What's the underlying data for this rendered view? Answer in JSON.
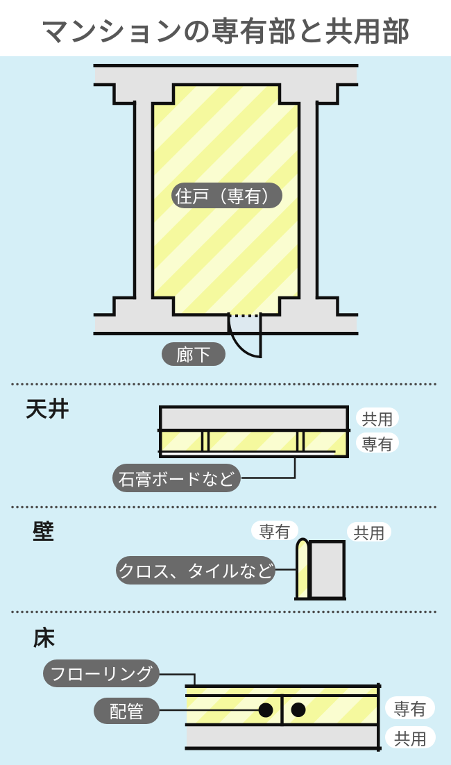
{
  "title": "マンションの専有部と共用部",
  "unit_section": {
    "room_label": "住戸（専有）",
    "corridor_label": "廊下"
  },
  "sections": {
    "ceiling": {
      "heading": "天井",
      "pill_top": "共用",
      "pill_bottom": "専有",
      "callout": "石膏ボードなど"
    },
    "wall": {
      "heading": "壁",
      "pill_left": "専有",
      "pill_right": "共用",
      "callout": "クロス、タイルなど"
    },
    "floor": {
      "heading": "床",
      "pill_top": "専有",
      "pill_bottom": "共用",
      "callout_flooring": "フローリング",
      "callout_pipe": "配管"
    }
  },
  "colors": {
    "background_blue": "#d5eff7",
    "stripe_pale_yellow": "#fafdd0",
    "stripe_yellow": "#f5f99e",
    "concrete_gray": "#e3e3e3",
    "outline_black": "#0f0f0f",
    "label_pill_gray": "#6a6a6a",
    "title_gray": "#575757",
    "door_opening": "#dde9f0"
  }
}
